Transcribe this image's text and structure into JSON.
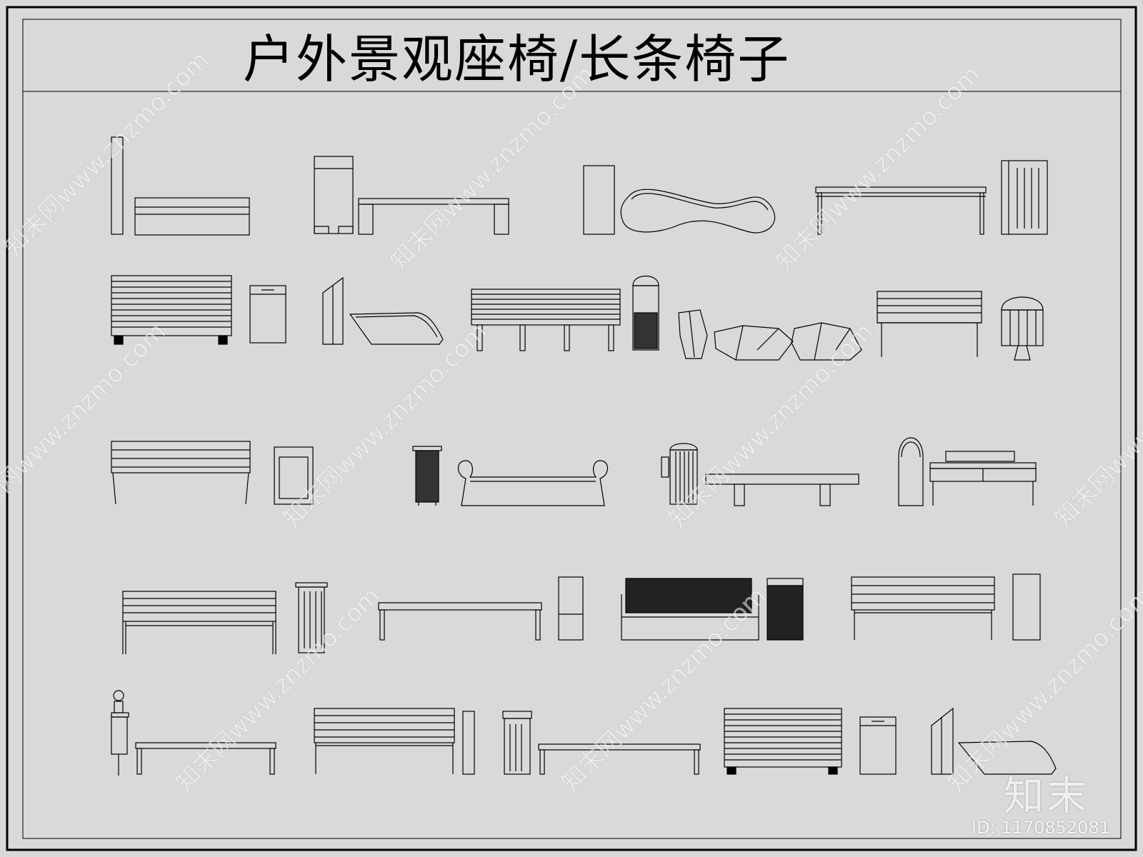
{
  "title": "户外景观座椅/长条椅子",
  "watermark": "知末网www.znzmo.com",
  "brand": "知末",
  "id_label": "ID: 1170852081",
  "colors": {
    "background": "#d9d9d9",
    "line": "#000000"
  }
}
